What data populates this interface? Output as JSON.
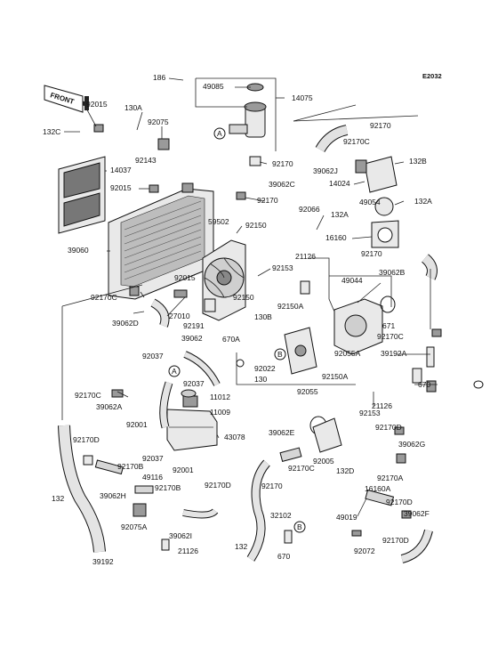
{
  "diagram_code": "E2032",
  "front_arrow_label": "FRONT",
  "ref_marks": [
    "A",
    "B"
  ],
  "part_labels": {
    "p186": "186",
    "p49085": "49085",
    "p14075": "14075",
    "p92015a": "92015",
    "p130A": "130A",
    "p132C": "132C",
    "p92075": "92075",
    "p92143": "92143",
    "p14037": "14037",
    "p92015b": "92015",
    "p92170a": "92170",
    "p92170b": "92170",
    "p39062C": "39062C",
    "p92170c": "92170",
    "p92170C1": "92170C",
    "p39062J": "39062J",
    "p132B": "132B",
    "p14024": "14024",
    "p49054": "49054",
    "p132Aa": "132A",
    "p132Ab": "132A",
    "p92066": "92066",
    "p16160": "16160",
    "p92170d": "92170",
    "p39062B": "39062B",
    "p59502": "59502",
    "p92150a": "92150",
    "p39060": "39060",
    "p92015c": "92015",
    "p21126a": "21126",
    "p49044": "49044",
    "p92153a": "92153",
    "p92170C2": "92170C",
    "p27010": "27010",
    "p92150b": "92150",
    "p39062D": "39062D",
    "p92191": "92191",
    "p130B": "130B",
    "p92150A1": "92150A",
    "p671": "671",
    "p39062": "39062",
    "p670A": "670A",
    "p92170C3": "92170C",
    "p92037a": "92037",
    "p92022": "92022",
    "p92055A": "92055A",
    "p39192A": "39192A",
    "p130": "130",
    "p92150A2": "92150A",
    "p92037b": "92037",
    "p670a": "670",
    "p92170C4": "92170C",
    "p11012": "11012",
    "p92055": "92055",
    "p39062A": "39062A",
    "p11009": "11009",
    "p92153b": "92153",
    "p21126b": "21126",
    "p92001a": "92001",
    "p43078": "43078",
    "p92170D1": "92170D",
    "p39062E": "39062E",
    "p92170Da": "92170D",
    "p92170B1": "92170B",
    "p92037c": "92037",
    "p39062G": "39062G",
    "p92170C5": "92170C",
    "p92005": "92005",
    "p92001b": "92001",
    "p132D": "132D",
    "p49116": "49116",
    "p92170e": "92170",
    "p92170A": "92170A",
    "p39062H": "39062H",
    "p92170B2": "92170B",
    "p92170D2": "92170D",
    "p16160A": "16160A",
    "p132a": "132",
    "p92170D3": "92170D",
    "p32102": "32102",
    "p49019": "49019",
    "p39062F": "39062F",
    "p92075A": "92075A",
    "p39062I": "39062I",
    "p92170D4": "92170D",
    "p21126c": "21126",
    "p132b": "132",
    "p670b": "670",
    "p92072": "92072",
    "p39192": "39192"
  }
}
